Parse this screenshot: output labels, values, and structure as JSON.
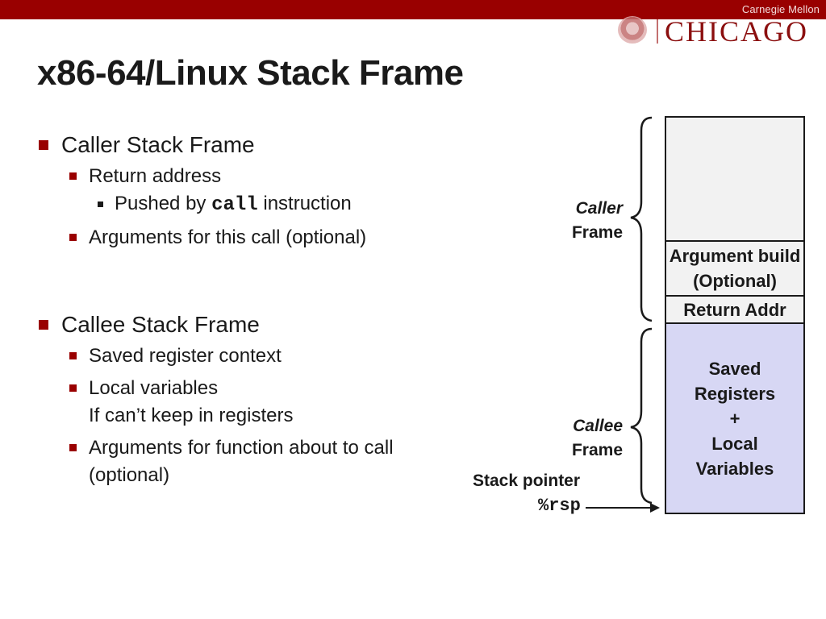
{
  "header": {
    "brand": "Carnegie Mellon",
    "logo_text": "CHICAGO"
  },
  "slide": {
    "title": "x86-64/Linux Stack Frame",
    "sections": [
      {
        "heading": "Caller Stack Frame",
        "items": [
          {
            "text": "Return address",
            "sub": [
              {
                "prefix": "Pushed by ",
                "code": "call",
                "suffix": " instruction"
              }
            ]
          },
          {
            "text": "Arguments for this call (optional)"
          }
        ]
      },
      {
        "heading": "Callee Stack Frame",
        "items": [
          {
            "text": "Saved register context"
          },
          {
            "line1": "Local variables",
            "line2": "If can’t keep in registers"
          },
          {
            "line1": "Arguments for function about to call",
            "line2": "(optional)"
          }
        ]
      }
    ]
  },
  "diagram": {
    "caller_label": {
      "line1": "Caller",
      "line2": "Frame"
    },
    "callee_label": {
      "line1": "Callee",
      "line2": "Frame"
    },
    "boxes": {
      "empty": "",
      "arg_line1": "Argument build",
      "arg_line2": "(Optional)",
      "return_addr": "Return Addr",
      "saved_line1": "Saved",
      "saved_line2": "Registers",
      "saved_line3": "+",
      "saved_line4": "Local",
      "saved_line5": "Variables"
    },
    "stack_pointer_label": "Stack pointer",
    "stack_pointer_reg": "%rsp"
  },
  "colors": {
    "brand": "#990000",
    "box_fill": "#f2f2f2",
    "callee_fill": "#d7d7f4"
  }
}
